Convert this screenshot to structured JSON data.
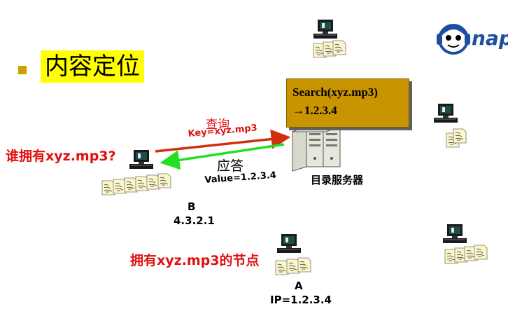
{
  "title": "内容定位",
  "search_box": {
    "line1": "Search(xyz.mp3)",
    "line2": "→1.2.3.4"
  },
  "query": {
    "label": "查询",
    "key": "Key=xyz.mp3"
  },
  "reply": {
    "label": "应答",
    "value": "Value=1.2.3.4"
  },
  "question": "谁拥有xyz.mp3?",
  "server_label": "目录服务器",
  "node_b": {
    "name": "B",
    "ip": "4.3.2.1"
  },
  "owner_label": "拥有xyz.mp3的节点",
  "node_a": {
    "name": "A",
    "ip": "IP=1.2.3.4"
  },
  "logo_text": "nap",
  "colors": {
    "accent_yellow": "#ffff00",
    "box": "#c89400",
    "query_arrow": "#d03010",
    "reply_arrow": "#20e020",
    "red_text": "#e01010"
  }
}
